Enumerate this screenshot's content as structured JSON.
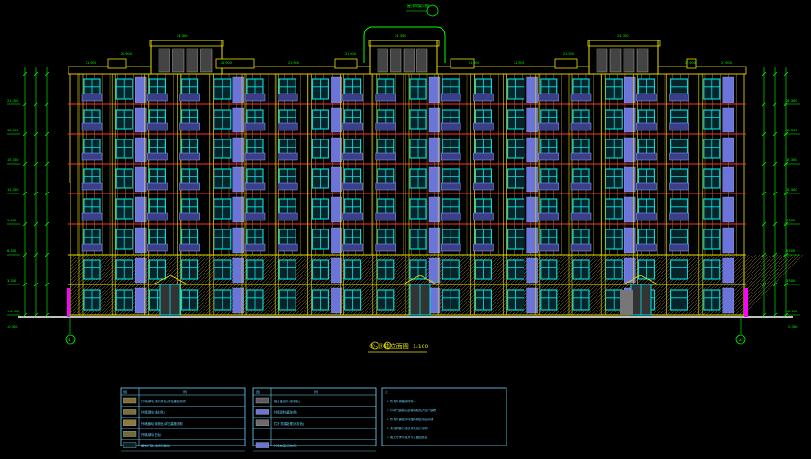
{
  "drawing": {
    "title": "①-㉑轴立面图",
    "scale": "1:100",
    "axis_left": "1",
    "axis_right": "21",
    "ground_left": "-0.300",
    "ground_right": "-0.300"
  },
  "elevation_marks": [
    "21.300",
    "18.300",
    "15.300",
    "12.300",
    "9.300",
    "6.300",
    "3.300",
    "±0.000"
  ],
  "roof_tags": [
    "24.300",
    "24.300",
    "24.300"
  ],
  "parapet_tags": [
    "21.900",
    "21.900",
    "21.900",
    "21.900",
    "21.900",
    "21.900",
    "21.900"
  ],
  "legend_left": {
    "header_code": "图",
    "header_desc": "例",
    "rows": [
      "外墙涂料(浅米黄色)详见建施说明",
      "外墙涂料(浅灰色)",
      "外墙面砖(深褐色)详见建施说明",
      "外墙涂料(白色)",
      "塑钢门窗(浅绿色玻璃)"
    ]
  },
  "legend_mid": {
    "header_code": "图",
    "header_desc": "例",
    "rows": [
      "铝合金百叶(深灰色)",
      "外墙涂料(蓝灰色)",
      "栏杆 防腐处理(深灰色)",
      "",
      "外墙饰面(深灰色)"
    ]
  },
  "notes": {
    "header": "注",
    "rows": [
      "1. 所有外墙装饰材料...",
      "2. 外墙门窗颜色及玻璃颜色详见门窗表",
      "3. 所有外露铁件均做防锈处理后刷漆",
      "4. 未注明部分做法详见设计说明",
      "5. 施工时须与相关专业图纸配合"
    ]
  },
  "top_callout": "屋顶构架详图",
  "colors": {
    "facade_line": "#e8e000",
    "floor_line": "#ff3030",
    "window": "#00e5e5",
    "panel": "#6b74d8",
    "ground": "#ff00ff",
    "annotation": "#00ff00",
    "table": "#6fd6ff"
  }
}
